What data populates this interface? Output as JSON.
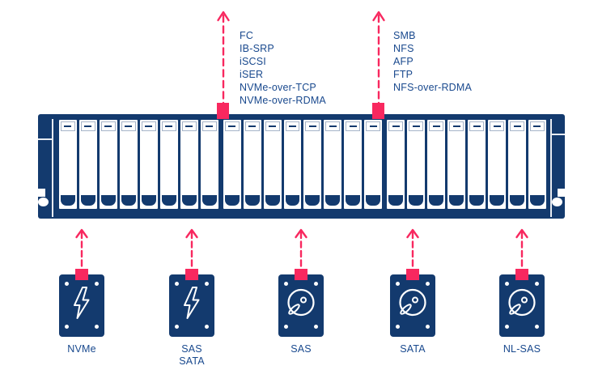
{
  "colors": {
    "navy": "#133A6E",
    "pink": "#F8285F",
    "label_text": "#19498E"
  },
  "host_interfaces": [
    {
      "name": "block-protocols",
      "protocols": [
        "FC",
        "IB-SRP",
        "iSCSI",
        "iSER",
        "NVMe-over-TCP",
        "NVMe-over-RDMA"
      ]
    },
    {
      "name": "file-protocols",
      "protocols": [
        "SMB",
        "NFS",
        "AFP",
        "FTP",
        "NFS-over-RDMA"
      ]
    }
  ],
  "enclosure": {
    "drive_groups": 3,
    "bays_per_group": 8,
    "total_bays": 24
  },
  "drives": [
    {
      "label_lines": [
        "NVMe"
      ],
      "icon": "flash-drive-icon"
    },
    {
      "label_lines": [
        "SAS",
        "SATA"
      ],
      "icon": "flash-drive-icon"
    },
    {
      "label_lines": [
        "SAS"
      ],
      "icon": "spinning-disk-icon"
    },
    {
      "label_lines": [
        "SATA"
      ],
      "icon": "spinning-disk-icon"
    },
    {
      "label_lines": [
        "NL-SAS"
      ],
      "icon": "spinning-disk-icon"
    }
  ]
}
